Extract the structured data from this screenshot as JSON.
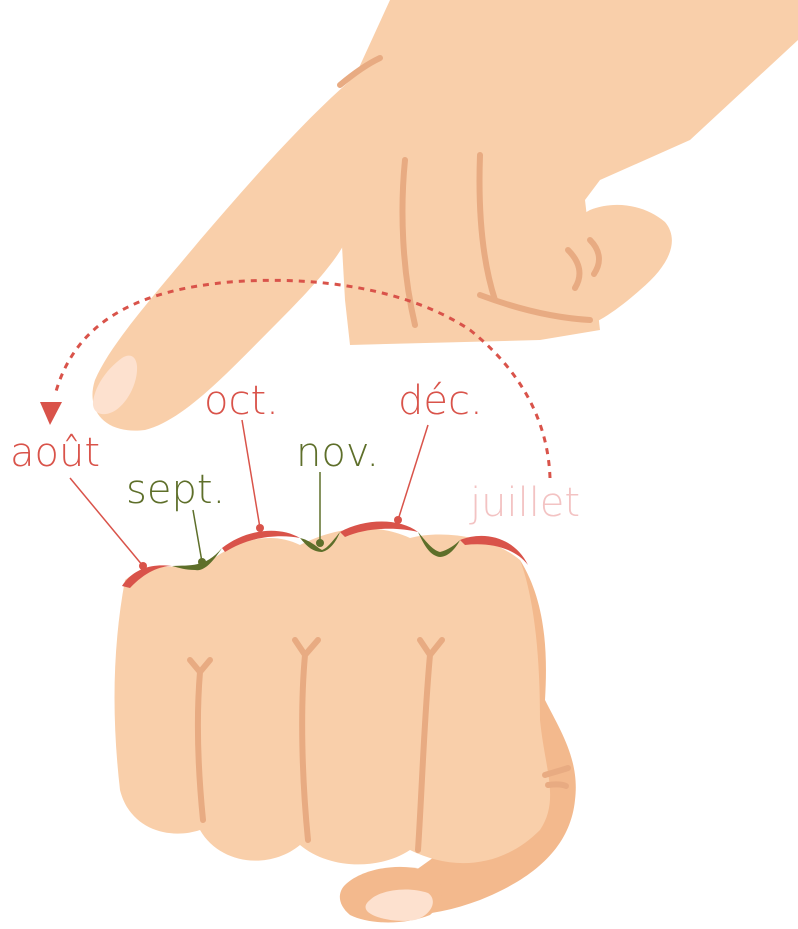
{
  "colors": {
    "skin": "#f9cfaa",
    "skin_shadow": "#f3b98d",
    "crease": "#e8ab82",
    "nail": "#fde1cf",
    "long_month": "#d9534a",
    "short_month": "#5e6f2a",
    "start_month": "#f3c3c3",
    "arrow": "#d9534a"
  },
  "months": {
    "juillet": "juillet",
    "aout": "août",
    "sept": "sept.",
    "oct": "oct.",
    "nov": "nov.",
    "dec": "déc."
  }
}
